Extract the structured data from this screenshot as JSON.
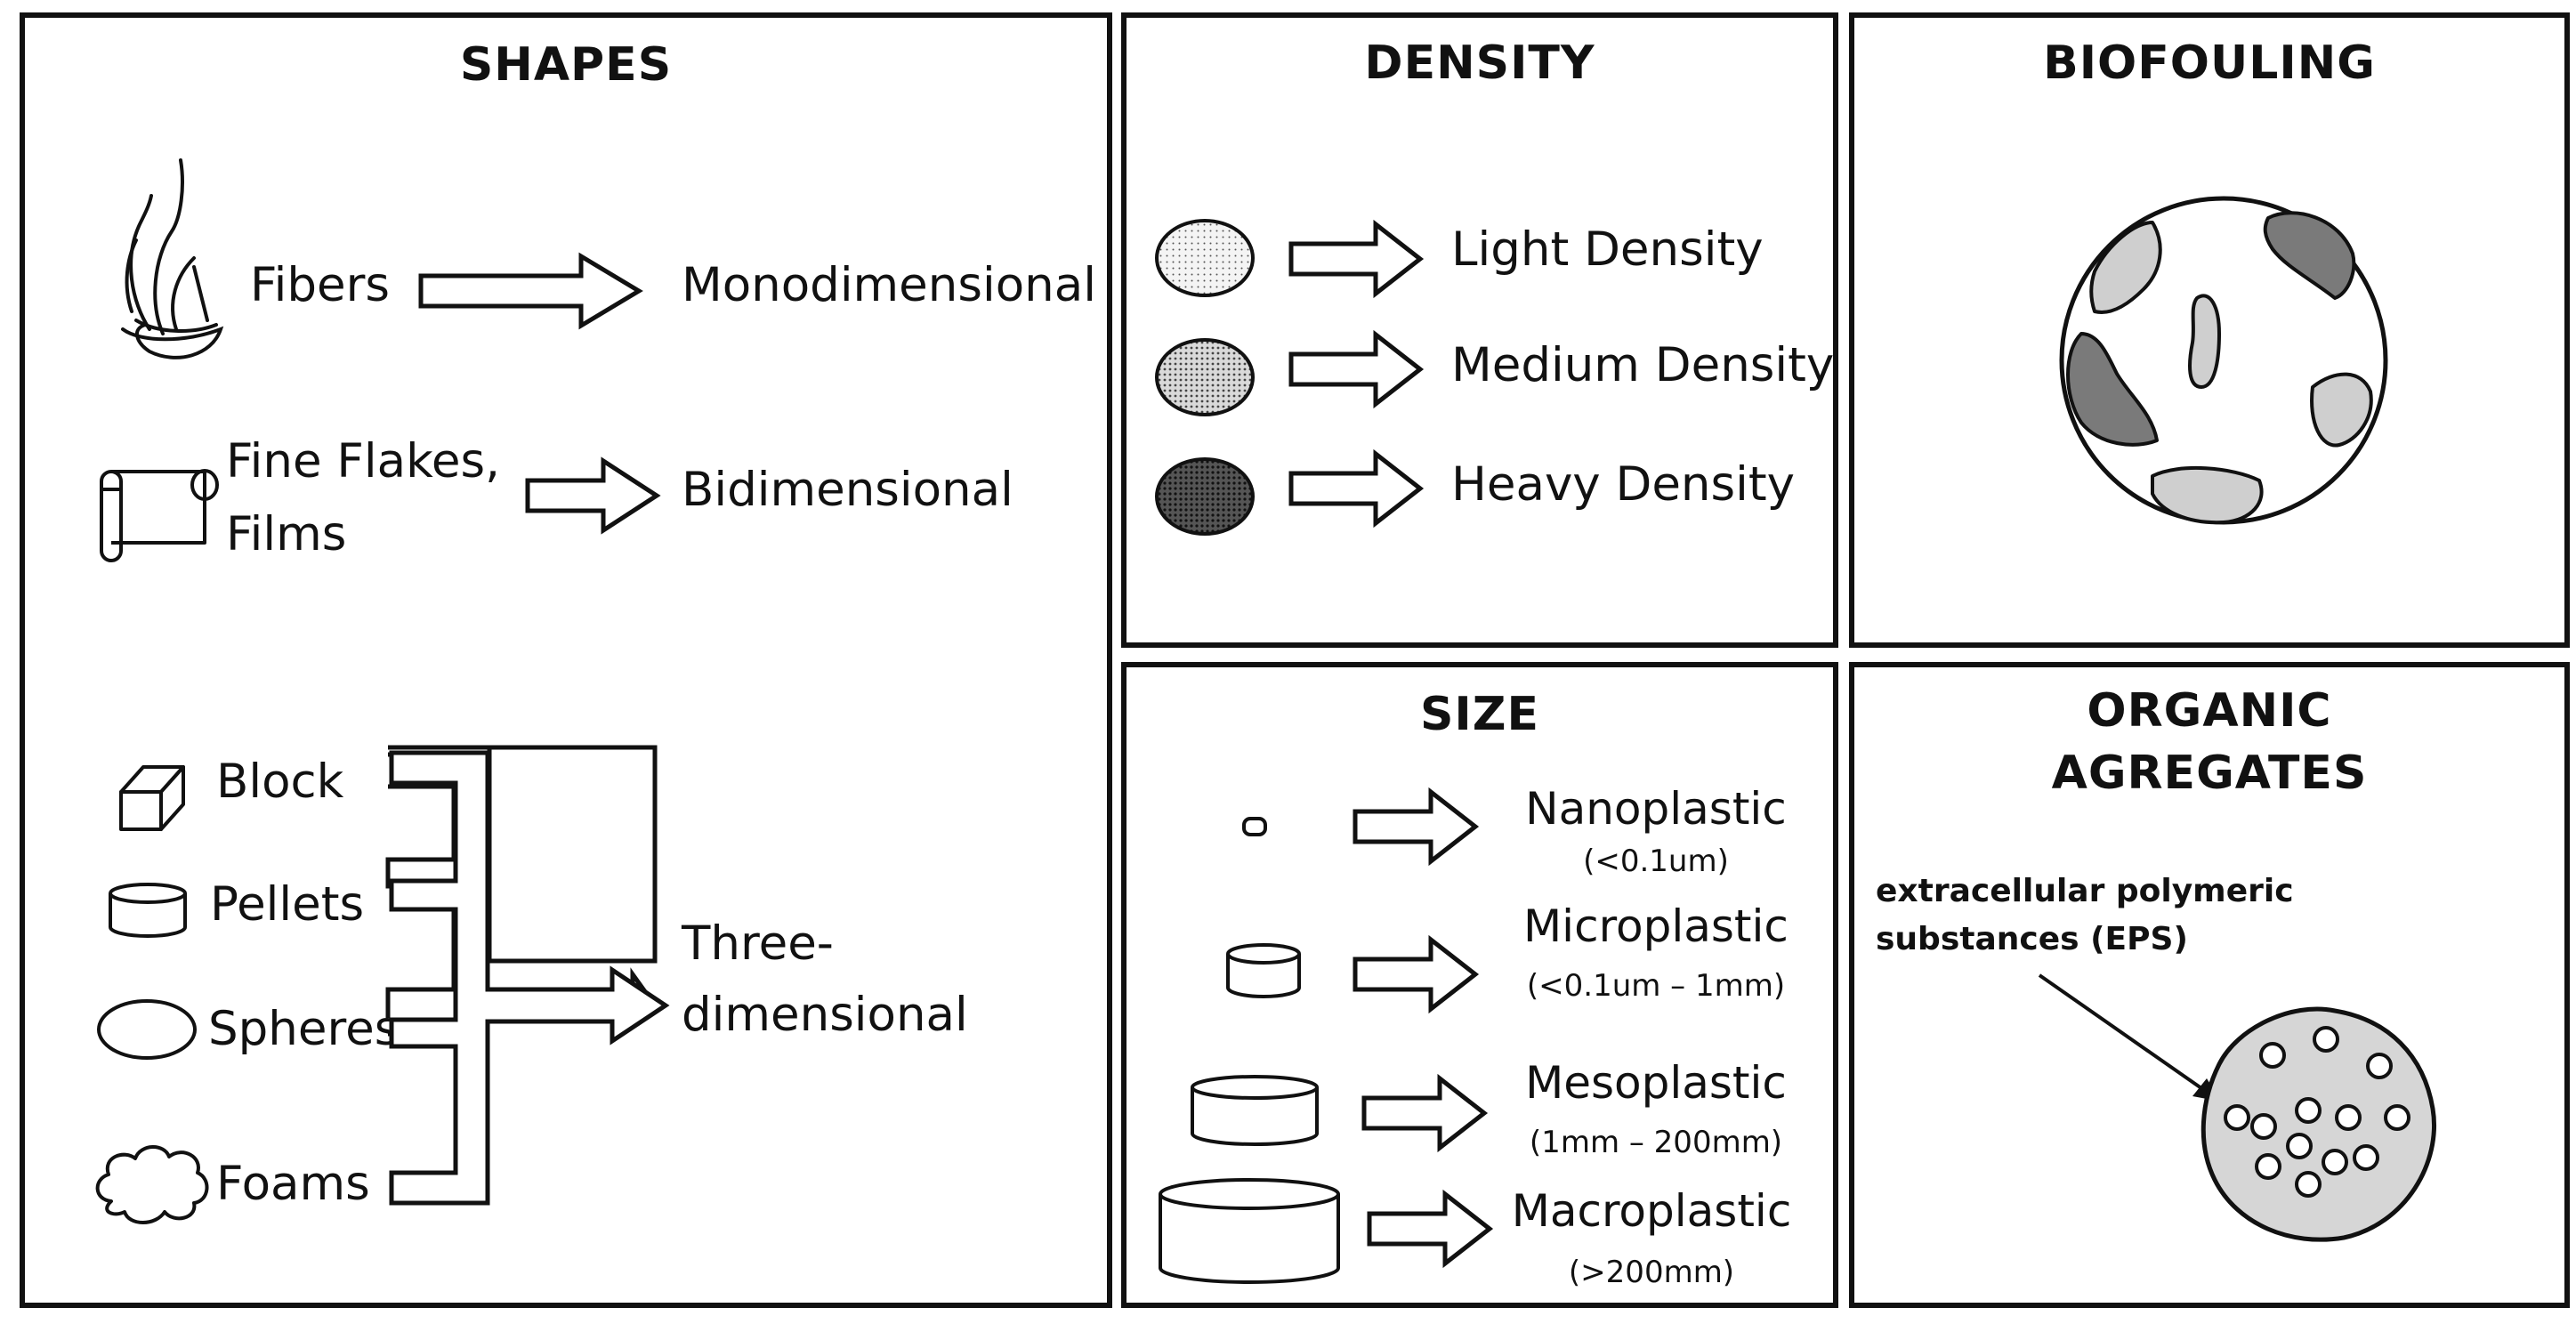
{
  "panels": {
    "shapes": {
      "title": "SHAPES",
      "items": {
        "fibers": "Fibers",
        "flakes_line1": "Fine Flakes,",
        "flakes_line2": "Films",
        "block": "Block",
        "pellets": "Pellets",
        "spheres": "Spheres",
        "foams": "Foams"
      },
      "outcomes": {
        "mono": "Monodimensional",
        "bi": "Bidimensional",
        "three_line1": "Three-",
        "three_line2": "dimensional"
      }
    },
    "density": {
      "title": "DENSITY",
      "items": [
        "Light Density",
        "Medium Density",
        "Heavy Density"
      ]
    },
    "biofouling": {
      "title": "BIOFOULING"
    },
    "size": {
      "title": "SIZE",
      "items": [
        {
          "label": "Nanoplastic",
          "range": "(<0.1um)"
        },
        {
          "label": "Microplastic",
          "range": "(<0.1um – 1mm)"
        },
        {
          "label": "Mesoplastic",
          "range": "(1mm – 200mm)"
        },
        {
          "label": "Macroplastic",
          "range": "(>200mm)"
        }
      ]
    },
    "organic": {
      "title_line1": "ORGANIC",
      "title_line2": "AGREGATES",
      "eps_line1": "extracellular polymeric",
      "eps_line2": "substances (EPS)"
    }
  }
}
